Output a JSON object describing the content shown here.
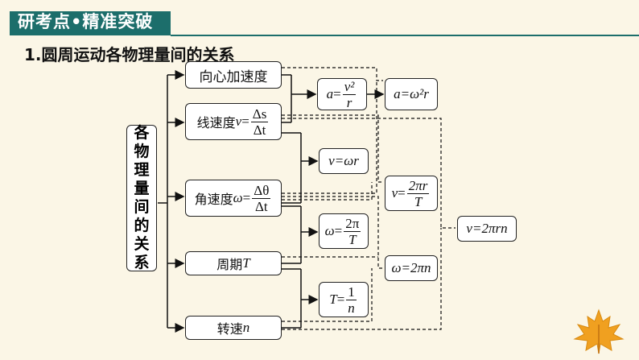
{
  "header": {
    "title": "研考点•精准突破"
  },
  "section": {
    "title": "1.圆周运动各物理量间的关系"
  },
  "root": {
    "chars": [
      "各",
      "物",
      "理",
      "量",
      "间",
      "的",
      "关",
      "系"
    ]
  },
  "nodes": {
    "centripetal_acc": {
      "label": "向心加速度"
    },
    "linear_speed": {
      "label": "线速度",
      "var": "v",
      "eq": "=",
      "num": "Δs",
      "den": "Δt"
    },
    "angular_speed": {
      "label": "角速度",
      "var": "ω",
      "eq": "=",
      "num": "Δθ",
      "den": "Δt"
    },
    "period": {
      "label": "周期",
      "var": "T"
    },
    "rotation_speed": {
      "label": "转速",
      "var": "n"
    }
  },
  "formulas": {
    "a_v2_r": {
      "lhs": "a",
      "eq": "=",
      "num": "v²",
      "den": "r"
    },
    "a_w2_r": {
      "text": "a=ω²r"
    },
    "v_wr": {
      "text": "v=ωr"
    },
    "v_2pir_T": {
      "lhs": "v",
      "eq": "=",
      "num": "2πr",
      "den": "T"
    },
    "w_2pi_T": {
      "lhs": "ω",
      "eq": "=",
      "num": "2π",
      "den": "T"
    },
    "w_2pin": {
      "text": "ω=2πn"
    },
    "T_1_n": {
      "lhs": "T",
      "eq": "=",
      "num": "1",
      "den": "n"
    },
    "v_2pirn": {
      "text": "v=2πrn"
    }
  },
  "colors": {
    "header_bg": "#1c6e6b",
    "page_bg": "#fbf6e6",
    "leaf": "#f0a020"
  },
  "icons": {
    "decoration": "maple-leaf-icon"
  }
}
